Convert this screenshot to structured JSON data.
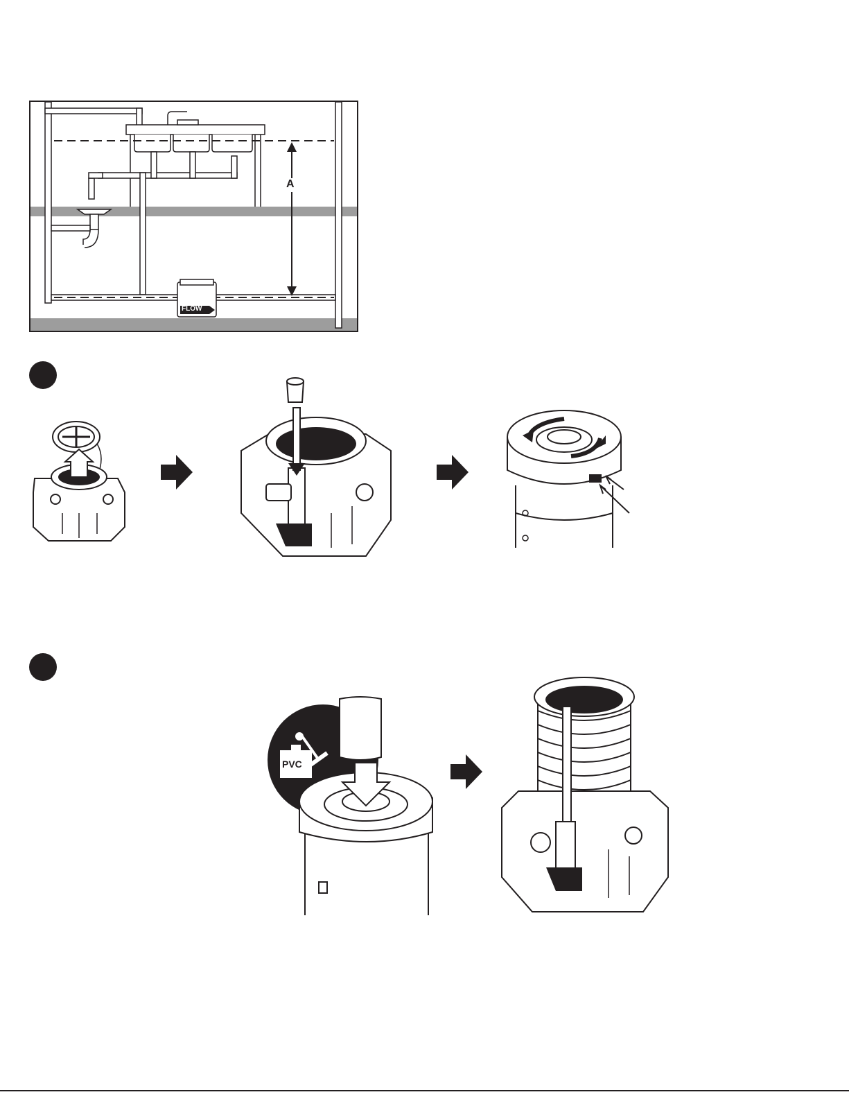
{
  "diagram": {
    "dimension_label": "A",
    "flow_label": "FLOW"
  },
  "step1": {},
  "step2": {
    "pvc_label": "PVC"
  }
}
